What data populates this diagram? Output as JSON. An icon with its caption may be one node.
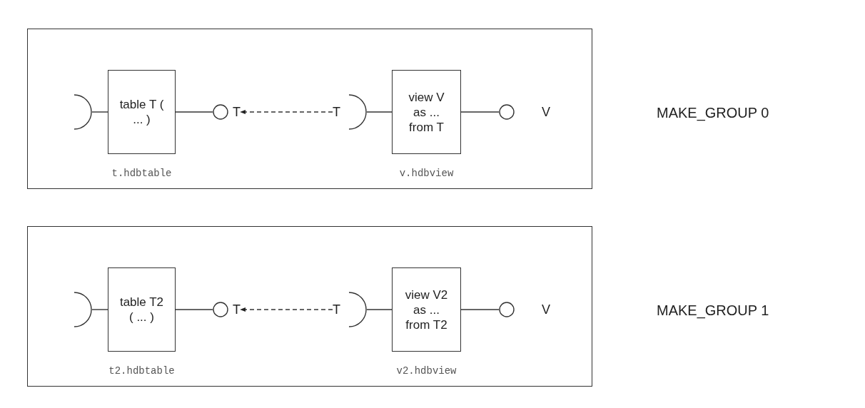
{
  "diagram": {
    "nodes": [
      {
        "text": [],
        "shape": "box"
      },
      {
        "text": [],
        "shape": "arc",
        "in": 0
      },
      {
        "text": [
          "table T ( ... )"
        ],
        "beside": [
          "t.hdbtable"
        ],
        "in": 0
      },
      {
        "text": [],
        "shape": "circle",
        "in": 0
      },
      {
        "text": [
          "T"
        ],
        "in": 0
      },
      {
        "text": [
          "T"
        ],
        "in": 0
      },
      {
        "text": [],
        "shape": "arc",
        "in": 0
      },
      {
        "text": [
          "view V as ... from T"
        ],
        "beside": [
          "v.hdbview"
        ],
        "in": 0
      },
      {
        "text": [],
        "shape": "circle",
        "beside": [
          "V"
        ],
        "in": 0
      },
      {
        "text": [],
        "shape": "box"
      },
      {
        "text": [],
        "shape": "arc",
        "in": 9
      },
      {
        "text": [
          "table T2 ( ... )"
        ],
        "beside": [
          "t2.hdbtable"
        ],
        "in": 9
      },
      {
        "text": [],
        "shape": "circle",
        "in": 9
      },
      {
        "text": [
          "T"
        ],
        "in": 9
      },
      {
        "text": [
          "T"
        ],
        "in": 9
      },
      {
        "text": [],
        "shape": "arc",
        "in": 9
      },
      {
        "text": [
          "view V2 as ... from T2"
        ],
        "beside": [
          "v2.hdbview"
        ],
        "in": 9
      },
      {
        "text": [],
        "shape": "circle",
        "beside": [
          "V"
        ],
        "in": 9
      }
    ],
    "edges": [
      {
        "from": 1,
        "to": 2,
        "arrow": "none"
      },
      {
        "from": 2,
        "to": 3,
        "arrow": "none"
      },
      {
        "from": 5,
        "to": 4,
        "arrow": "to",
        "style": "dashed"
      },
      {
        "from": 6,
        "to": 7,
        "arrow": "none"
      },
      {
        "from": 7,
        "to": 8,
        "arrow": "none"
      },
      {
        "from": 10,
        "to": 11,
        "arrow": "none"
      },
      {
        "from": 11,
        "to": 12,
        "arrow": "none"
      },
      {
        "from": 14,
        "to": 13,
        "arrow": "to",
        "style": "dashed"
      },
      {
        "from": 15,
        "to": 16,
        "arrow": "none"
      },
      {
        "from": 16,
        "to": 17,
        "arrow": "none"
      }
    ],
    "labels": [
      "MAKE_GROUP 0",
      "MAKE_GROUP 1"
    ]
  }
}
